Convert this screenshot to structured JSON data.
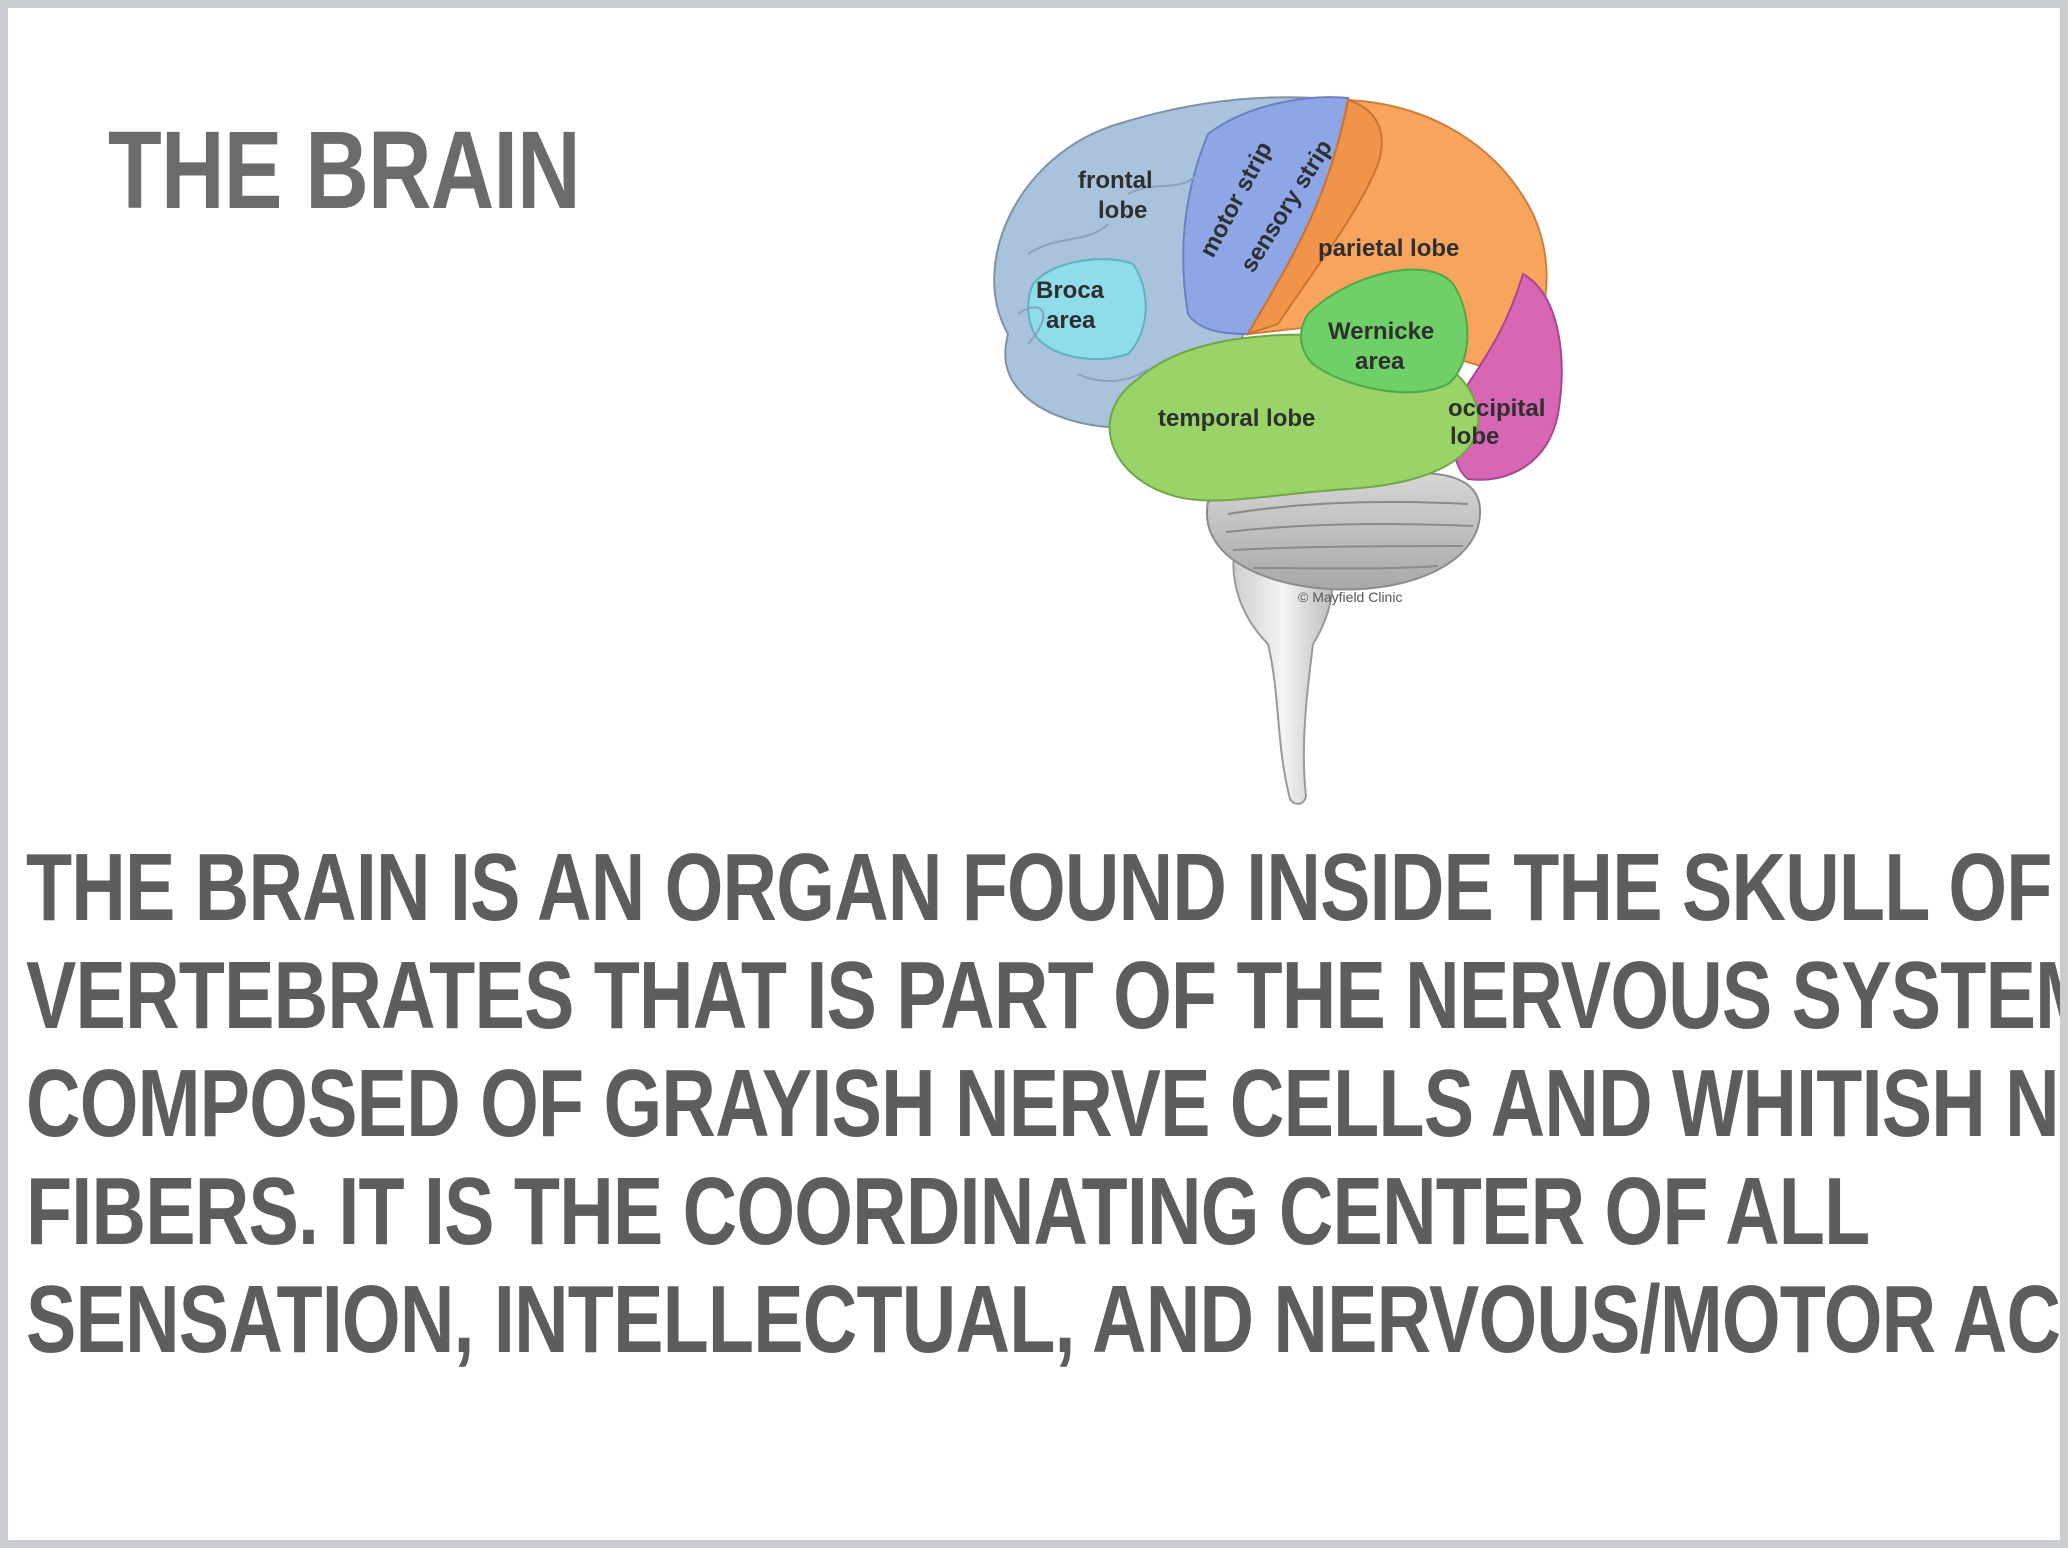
{
  "slide": {
    "title": "THE BRAIN",
    "body_lines": [
      "THE BRAIN IS AN ORGAN FOUND INSIDE THE SKULL OF",
      "VERTEBRATES THAT IS PART OF THE NERVOUS SYSTEM. IT IS",
      "COMPOSED OF GRAYISH NERVE CELLS AND WHITISH NERVE",
      "FIBERS. IT IS THE COORDINATING CENTER OF ALL",
      "SENSATION, INTELLECTUAL, AND NERVOUS/MOTOR ACTIVITY."
    ]
  },
  "figure": {
    "labels": {
      "frontal_1": "frontal",
      "frontal_2": "lobe",
      "motor": "motor strip",
      "sensory": "sensory strip",
      "parietal": "parietal lobe",
      "broca_1": "Broca",
      "broca_2": "area",
      "wernicke_1": "Wernicke",
      "wernicke_2": "area",
      "temporal": "temporal lobe",
      "occipital_1": "occipital",
      "occipital_2": "lobe"
    },
    "credit": "© Mayfield Clinic",
    "colors": {
      "frontal": "#a9c3dc",
      "motor": "#8fa6e6",
      "sensory": "#f2934a",
      "parietal": "#f8a45c",
      "broca": "#8fdcea",
      "wernicke": "#6fd067",
      "temporal": "#9ad468",
      "occipital": "#d766b5",
      "cerebellum": "#c6c6c6",
      "brainstem": "#dedede"
    }
  }
}
